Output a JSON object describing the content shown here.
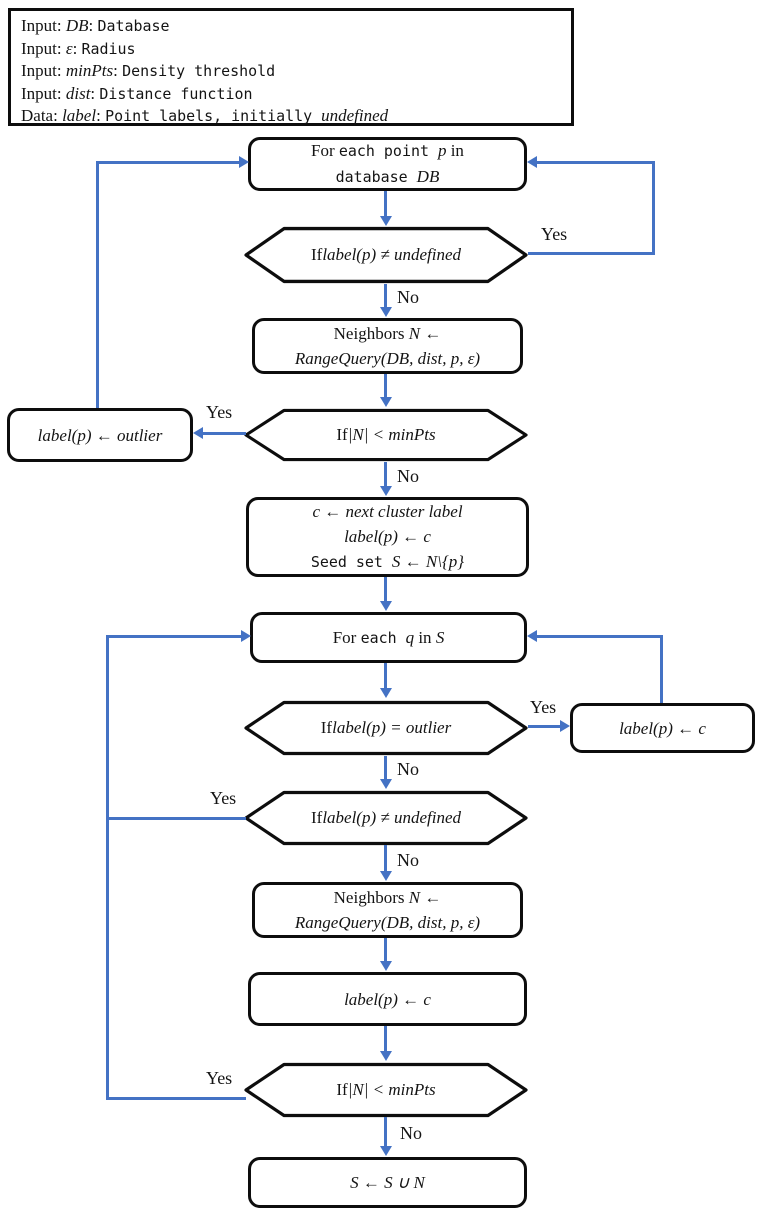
{
  "diagram": {
    "title": "DBSCAN algorithm flowchart",
    "colors": {
      "arrow": "#4472C4",
      "border": "#0d0d0d",
      "background": "#ffffff",
      "text": "#141414"
    },
    "labels": {
      "yes": "Yes",
      "no": "No"
    },
    "inputs": {
      "lines": [
        [
          {
            "s": "serif",
            "t": "Input: "
          },
          {
            "s": "math",
            "t": "DB"
          },
          {
            "s": "serif",
            "t": ": "
          },
          {
            "s": "mono",
            "t": "Database"
          }
        ],
        [
          {
            "s": "serif",
            "t": "Input: "
          },
          {
            "s": "math",
            "t": "ε"
          },
          {
            "s": "serif",
            "t": ": "
          },
          {
            "s": "mono",
            "t": "Radius"
          }
        ],
        [
          {
            "s": "serif",
            "t": "Input: "
          },
          {
            "s": "math",
            "t": "minPts"
          },
          {
            "s": "serif",
            "t": ": "
          },
          {
            "s": "mono",
            "t": "Density threshold"
          }
        ],
        [
          {
            "s": "serif",
            "t": "Input: "
          },
          {
            "s": "math",
            "t": "dist"
          },
          {
            "s": "serif",
            "t": ": "
          },
          {
            "s": "mono",
            "t": "Distance function"
          }
        ],
        [
          {
            "s": "serif",
            "t": "Data: "
          },
          {
            "s": "math",
            "t": "label"
          },
          {
            "s": "serif",
            "t": ": "
          },
          {
            "s": "mono",
            "t": "Point labels, initially "
          },
          {
            "s": "math",
            "t": "undefined"
          }
        ]
      ]
    },
    "nodes": {
      "for_each_point": {
        "lines": [
          [
            {
              "s": "serif",
              "t": "For "
            },
            {
              "s": "mono",
              "t": "each point "
            },
            {
              "s": "math",
              "t": "p"
            },
            {
              "s": "serif",
              "t": " in"
            }
          ],
          [
            {
              "s": "mono",
              "t": "database "
            },
            {
              "s": "math",
              "t": "DB"
            }
          ]
        ]
      },
      "check_undefined_1": {
        "lines": [
          [
            {
              "s": "serif",
              "t": "If "
            },
            {
              "s": "math",
              "t": "label(p) ≠ undefined"
            }
          ]
        ]
      },
      "range_query_1": {
        "lines": [
          [
            {
              "s": "serif",
              "t": "Neighbors "
            },
            {
              "s": "math",
              "t": "N ←"
            }
          ],
          [
            {
              "s": "math",
              "t": "RangeQuery(DB, dist, p, ε)"
            }
          ]
        ]
      },
      "check_minpts_1": {
        "lines": [
          [
            {
              "s": "serif",
              "t": "If "
            },
            {
              "s": "math",
              "t": "|N| < minPts"
            }
          ]
        ]
      },
      "label_outlier": {
        "lines": [
          [
            {
              "s": "math",
              "t": "label(p) ← outlier"
            }
          ]
        ]
      },
      "next_cluster": {
        "lines": [
          [
            {
              "s": "math",
              "t": "c ← next cluster label"
            }
          ],
          [
            {
              "s": "math",
              "t": "label(p) ← c"
            }
          ],
          [
            {
              "s": "mono",
              "t": "Seed set "
            },
            {
              "s": "math",
              "t": "S ← N\\{p}"
            }
          ]
        ]
      },
      "for_each_q": {
        "lines": [
          [
            {
              "s": "serif",
              "t": "For "
            },
            {
              "s": "mono",
              "t": "each "
            },
            {
              "s": "math",
              "t": "q"
            },
            {
              "s": "serif",
              "t": " in "
            },
            {
              "s": "math",
              "t": "S"
            }
          ]
        ]
      },
      "check_outlier": {
        "lines": [
          [
            {
              "s": "serif",
              "t": "If "
            },
            {
              "s": "math",
              "t": "label(p) = outlier"
            }
          ]
        ]
      },
      "assign_c_branch": {
        "lines": [
          [
            {
              "s": "math",
              "t": "label(p) ← c"
            }
          ]
        ]
      },
      "check_undefined_2": {
        "lines": [
          [
            {
              "s": "serif",
              "t": "If "
            },
            {
              "s": "math",
              "t": "label(p) ≠ undefined"
            }
          ]
        ]
      },
      "range_query_2": {
        "lines": [
          [
            {
              "s": "serif",
              "t": "Neighbors "
            },
            {
              "s": "math",
              "t": "N ←"
            }
          ],
          [
            {
              "s": "math",
              "t": "RangeQuery(DB, dist, p, ε)"
            }
          ]
        ]
      },
      "assign_c": {
        "lines": [
          [
            {
              "s": "math",
              "t": "label(p) ← c"
            }
          ]
        ]
      },
      "check_minpts_2": {
        "lines": [
          [
            {
              "s": "serif",
              "t": "If "
            },
            {
              "s": "math",
              "t": "|N| < minPts"
            }
          ]
        ]
      },
      "seed_union": {
        "lines": [
          [
            {
              "s": "math",
              "t": "S ← S ∪ N"
            }
          ]
        ]
      }
    }
  }
}
